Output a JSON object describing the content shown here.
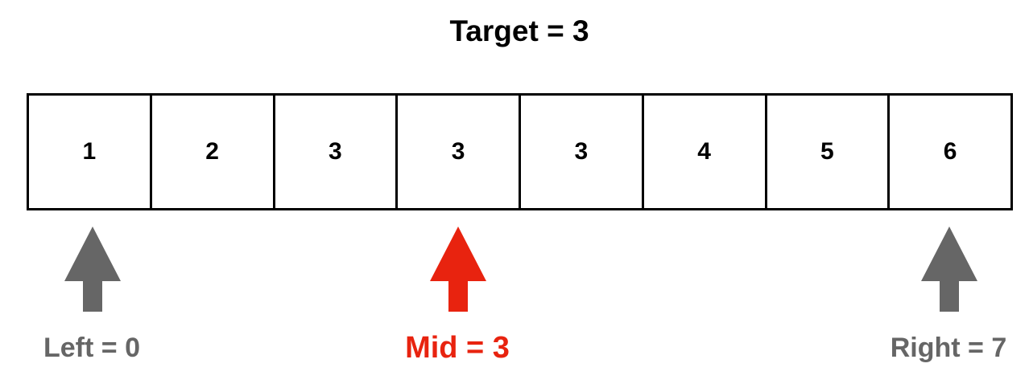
{
  "title": "Target = 3",
  "array": [
    "1",
    "2",
    "3",
    "3",
    "3",
    "4",
    "5",
    "6"
  ],
  "pointers": {
    "left": {
      "label": "Left = 0",
      "color": "#666666"
    },
    "mid": {
      "label": "Mid = 3",
      "color": "#e8230f"
    },
    "right": {
      "label": "Right = 7",
      "color": "#666666"
    }
  }
}
